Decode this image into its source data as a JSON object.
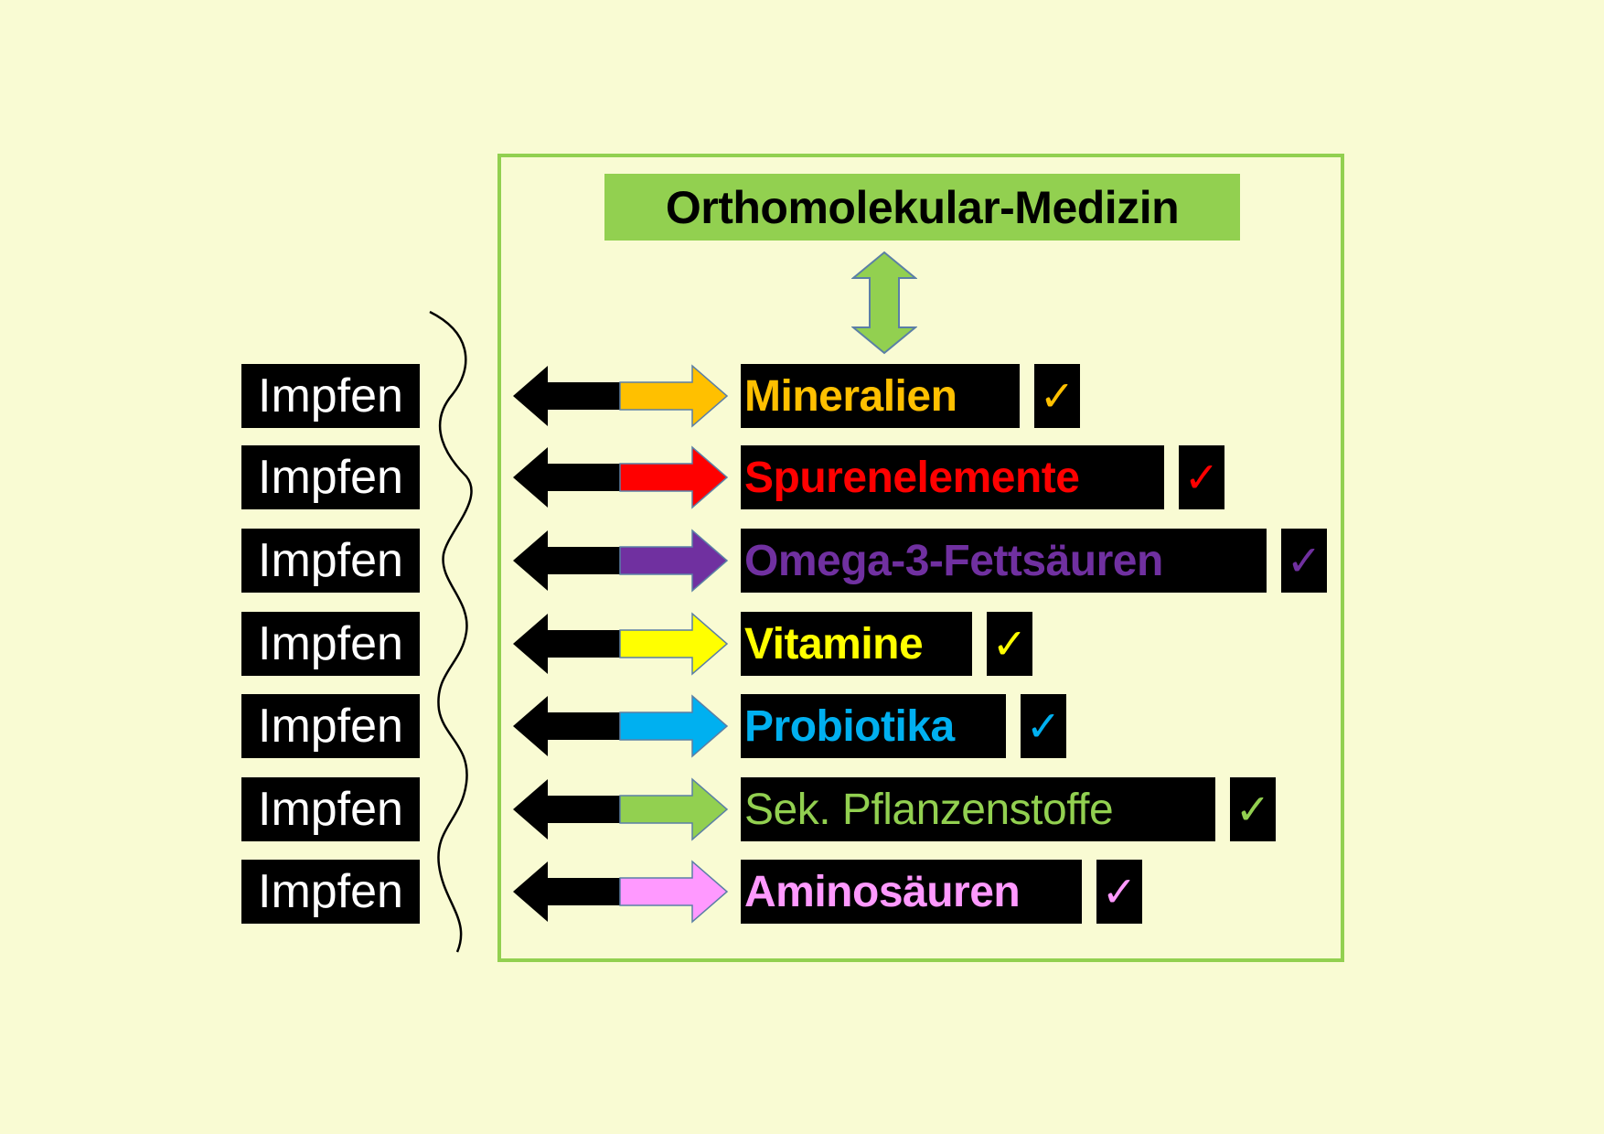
{
  "title": "Orthomolekular-Medizin",
  "left_label": "Impfen",
  "check_mark": "✓",
  "colors": {
    "background": "#f9fbd3",
    "frame": "#92d050"
  },
  "rows": [
    {
      "left": "Impfen",
      "label": "Mineralien",
      "color": "#ffc000"
    },
    {
      "left": "Impfen",
      "label": "Spurenelemente",
      "color": "#ff0000"
    },
    {
      "left": "Impfen",
      "label": "Omega-3-Fettsäuren",
      "color": "#7030a0"
    },
    {
      "left": "Impfen",
      "label": "Vitamine",
      "color": "#ffff00"
    },
    {
      "left": "Impfen",
      "label": "Probiotika",
      "color": "#00b0f0"
    },
    {
      "left": "Impfen",
      "label": "Sek. Pflanzenstoffe",
      "color": "#92d050"
    },
    {
      "left": "Impfen",
      "label": "Aminosäuren",
      "color": "#ff99ff"
    }
  ]
}
